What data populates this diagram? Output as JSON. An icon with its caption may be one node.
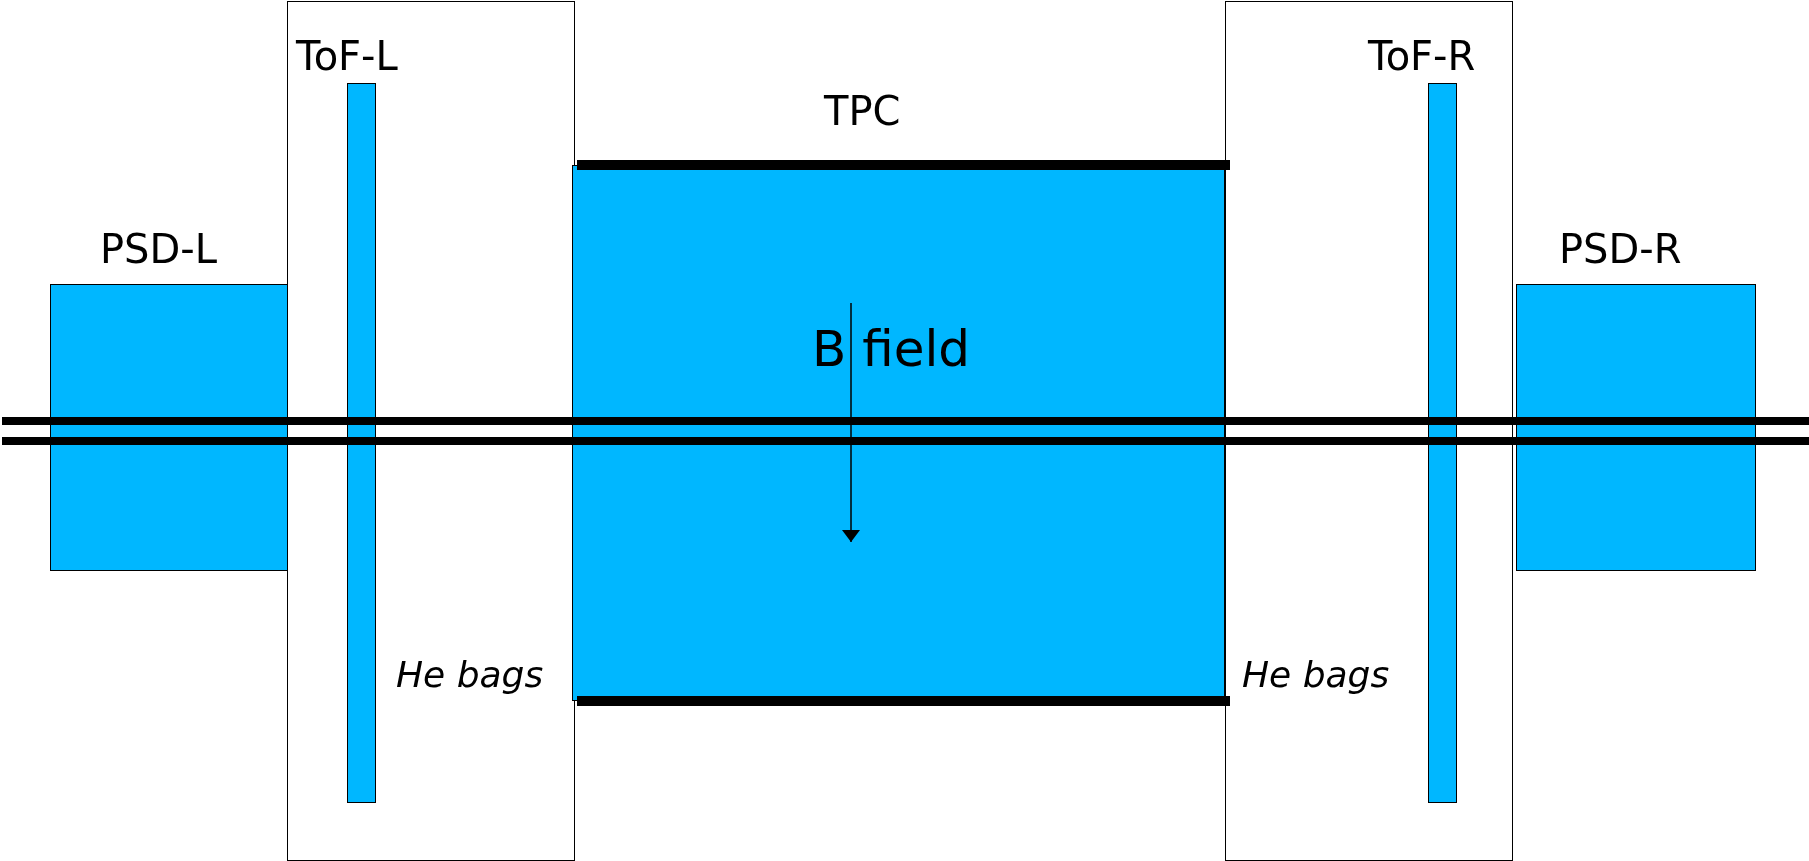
{
  "diagram": {
    "nodes": [
      {
        "text": [
          "PSD-L"
        ]
      },
      {
        "text": [
          "ToF-L",
          "He bags"
        ]
      },
      {
        "text": [],
        "shape": "bar",
        "in": 1
      },
      {
        "text": [
          "TPC",
          "B field"
        ]
      },
      {
        "text": [
          "ToF-R",
          "He bags"
        ]
      },
      {
        "text": [],
        "shape": "bar",
        "in": 4
      },
      {
        "text": [
          "PSD-R"
        ]
      }
    ]
  }
}
